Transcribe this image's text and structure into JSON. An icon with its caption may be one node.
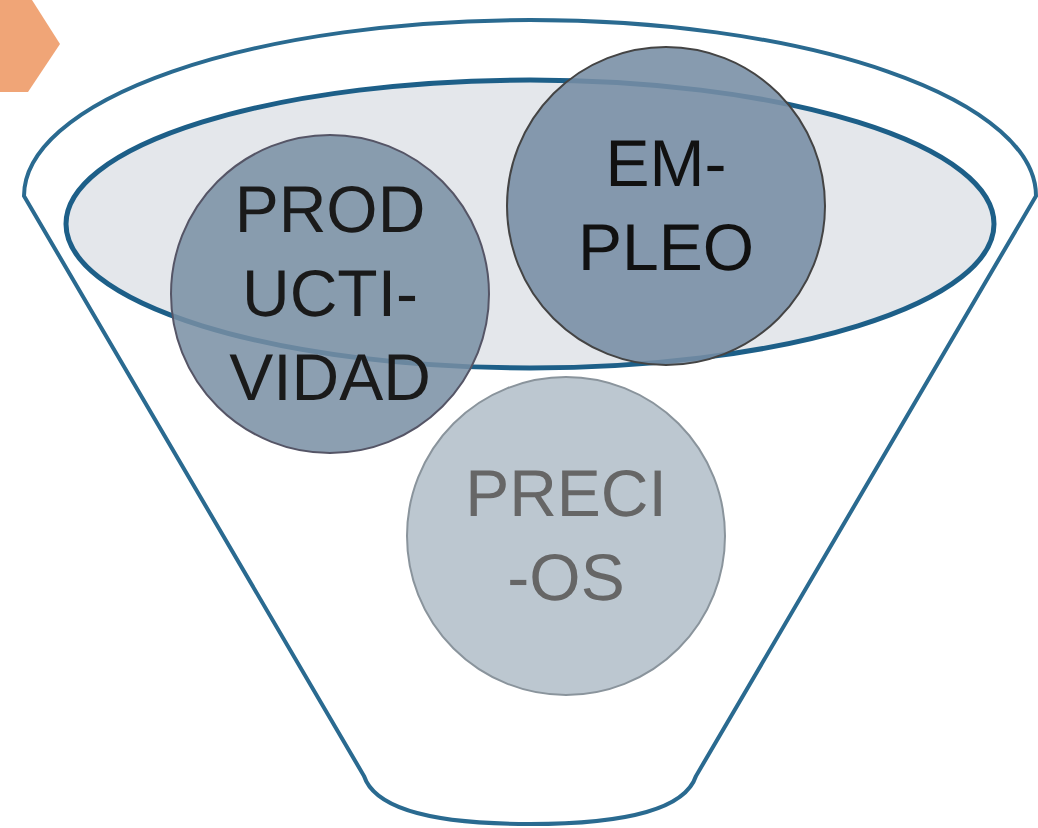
{
  "diagram": {
    "nodes": [
      {
        "text": [
          "PROD UCTI- VIDAD"
        ]
      },
      {
        "text": [
          "EM- PLEO"
        ]
      },
      {
        "text": [
          "PRECI -OS"
        ]
      }
    ]
  }
}
